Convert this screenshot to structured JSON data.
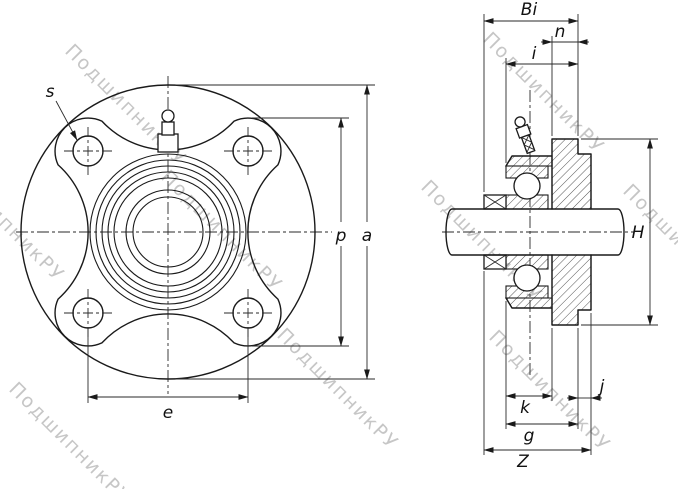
{
  "watermark": {
    "text": "ПодшипникРУ"
  },
  "front_view": {
    "labels": {
      "s": "s",
      "p": "p",
      "a": "a",
      "e": "e"
    }
  },
  "section_view": {
    "labels": {
      "Bi": "Bi",
      "n": "n",
      "i": "i",
      "H": "H",
      "k": "k",
      "j": "j",
      "g": "g",
      "Z": "Z"
    }
  },
  "colors": {
    "line": "#1a1a1a",
    "dimension": "#2a2a2a",
    "watermark": "#c6c6c6",
    "background": "#ffffff"
  }
}
